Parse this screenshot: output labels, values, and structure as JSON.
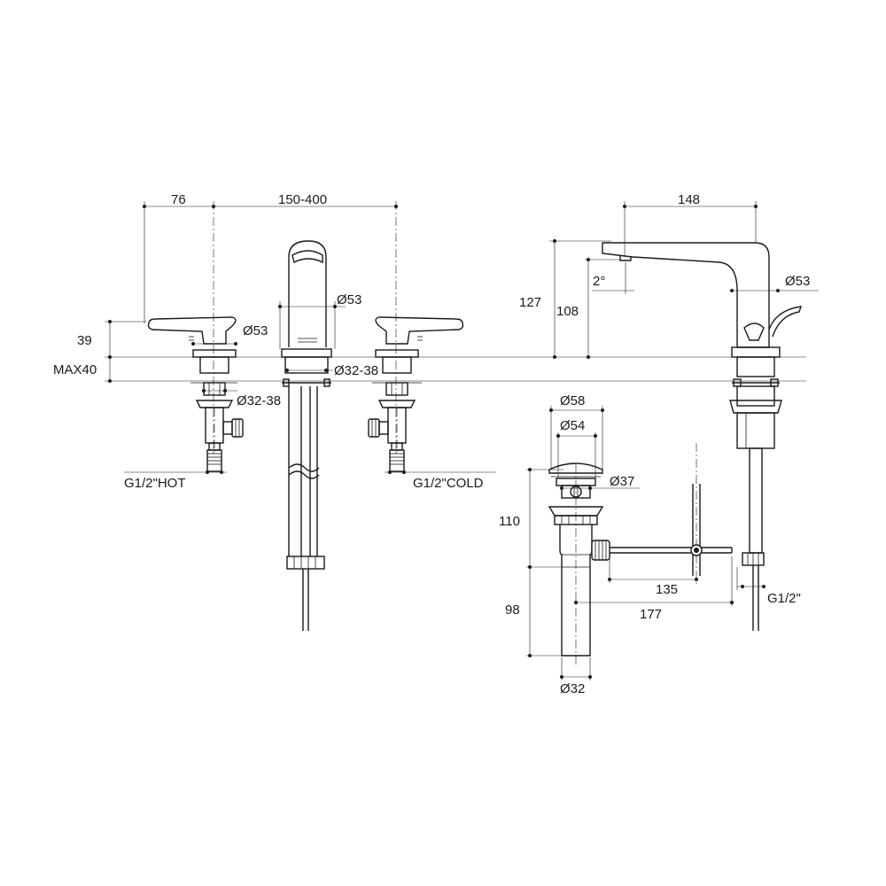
{
  "dimensions": {
    "handle_offset": "76",
    "spread": "150-400",
    "spout_reach": "148",
    "handle_height": "39",
    "deck_max": "MAX40",
    "handle_dia": "Ø53",
    "spout_dia": "Ø53",
    "side_dia": "Ø53",
    "hole_dia_center": "Ø32-38",
    "hole_dia_left": "Ø32-38",
    "angle": "2°",
    "height_total": "127",
    "height_outlet": "108",
    "drain_dia_outer": "Ø58",
    "drain_dia_inner": "Ø54",
    "drain_dia_body": "Ø37",
    "drain_height_upper": "110",
    "drain_height_lower": "98",
    "drain_pipe_dia": "Ø32",
    "rod_135": "135",
    "rod_177": "177"
  },
  "labels": {
    "hot": "G1/2\"HOT",
    "cold": "G1/2\"COLD",
    "side_thread": "G1/2\""
  }
}
